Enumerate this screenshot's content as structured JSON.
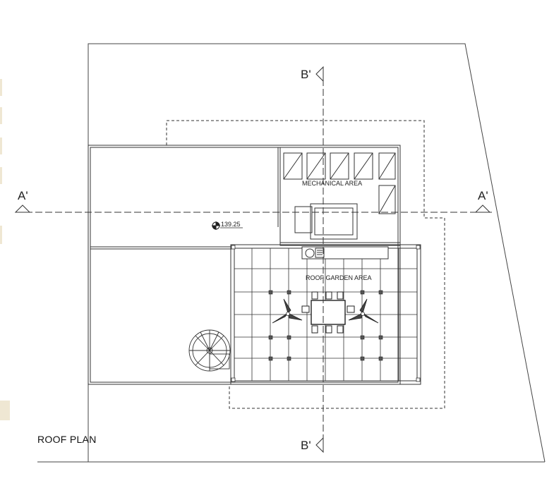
{
  "plan": {
    "title": "ROOF PLAN",
    "elevation_marker": "139.25",
    "section_marks": {
      "a_left": "A'",
      "a_right": "A'",
      "b_top": "B'",
      "b_bottom": "B'"
    },
    "rooms": {
      "mechanical": "MECHANICAL AREA",
      "roof_garden": "ROOF GARDEN AREA"
    }
  },
  "colors": {
    "line": "#333333",
    "accent_tabs": "#efe7d3"
  }
}
